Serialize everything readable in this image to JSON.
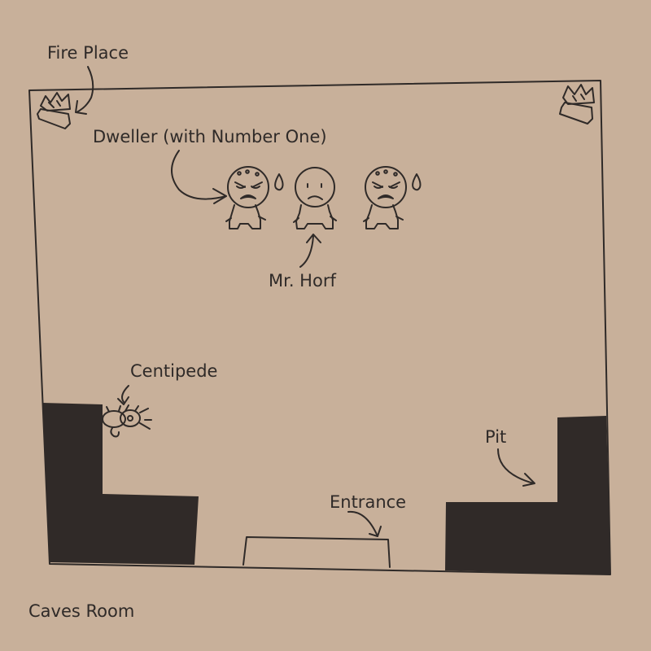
{
  "colors": {
    "background": "#c8b09a",
    "ink": "#2f2a28",
    "pit_fill": "#302a28"
  },
  "labels": {
    "fire_place": "Fire Place",
    "dweller": "Dweller (with Number One)",
    "mr_horf": "Mr. Horf",
    "centipede": "Centipede",
    "pit": "Pit",
    "entrance": "Entrance",
    "room_name": "Caves Room"
  },
  "icons": [
    "fireplace-icon",
    "dweller-icon",
    "mr-horf-icon",
    "centipede-icon",
    "arrow-icon"
  ]
}
